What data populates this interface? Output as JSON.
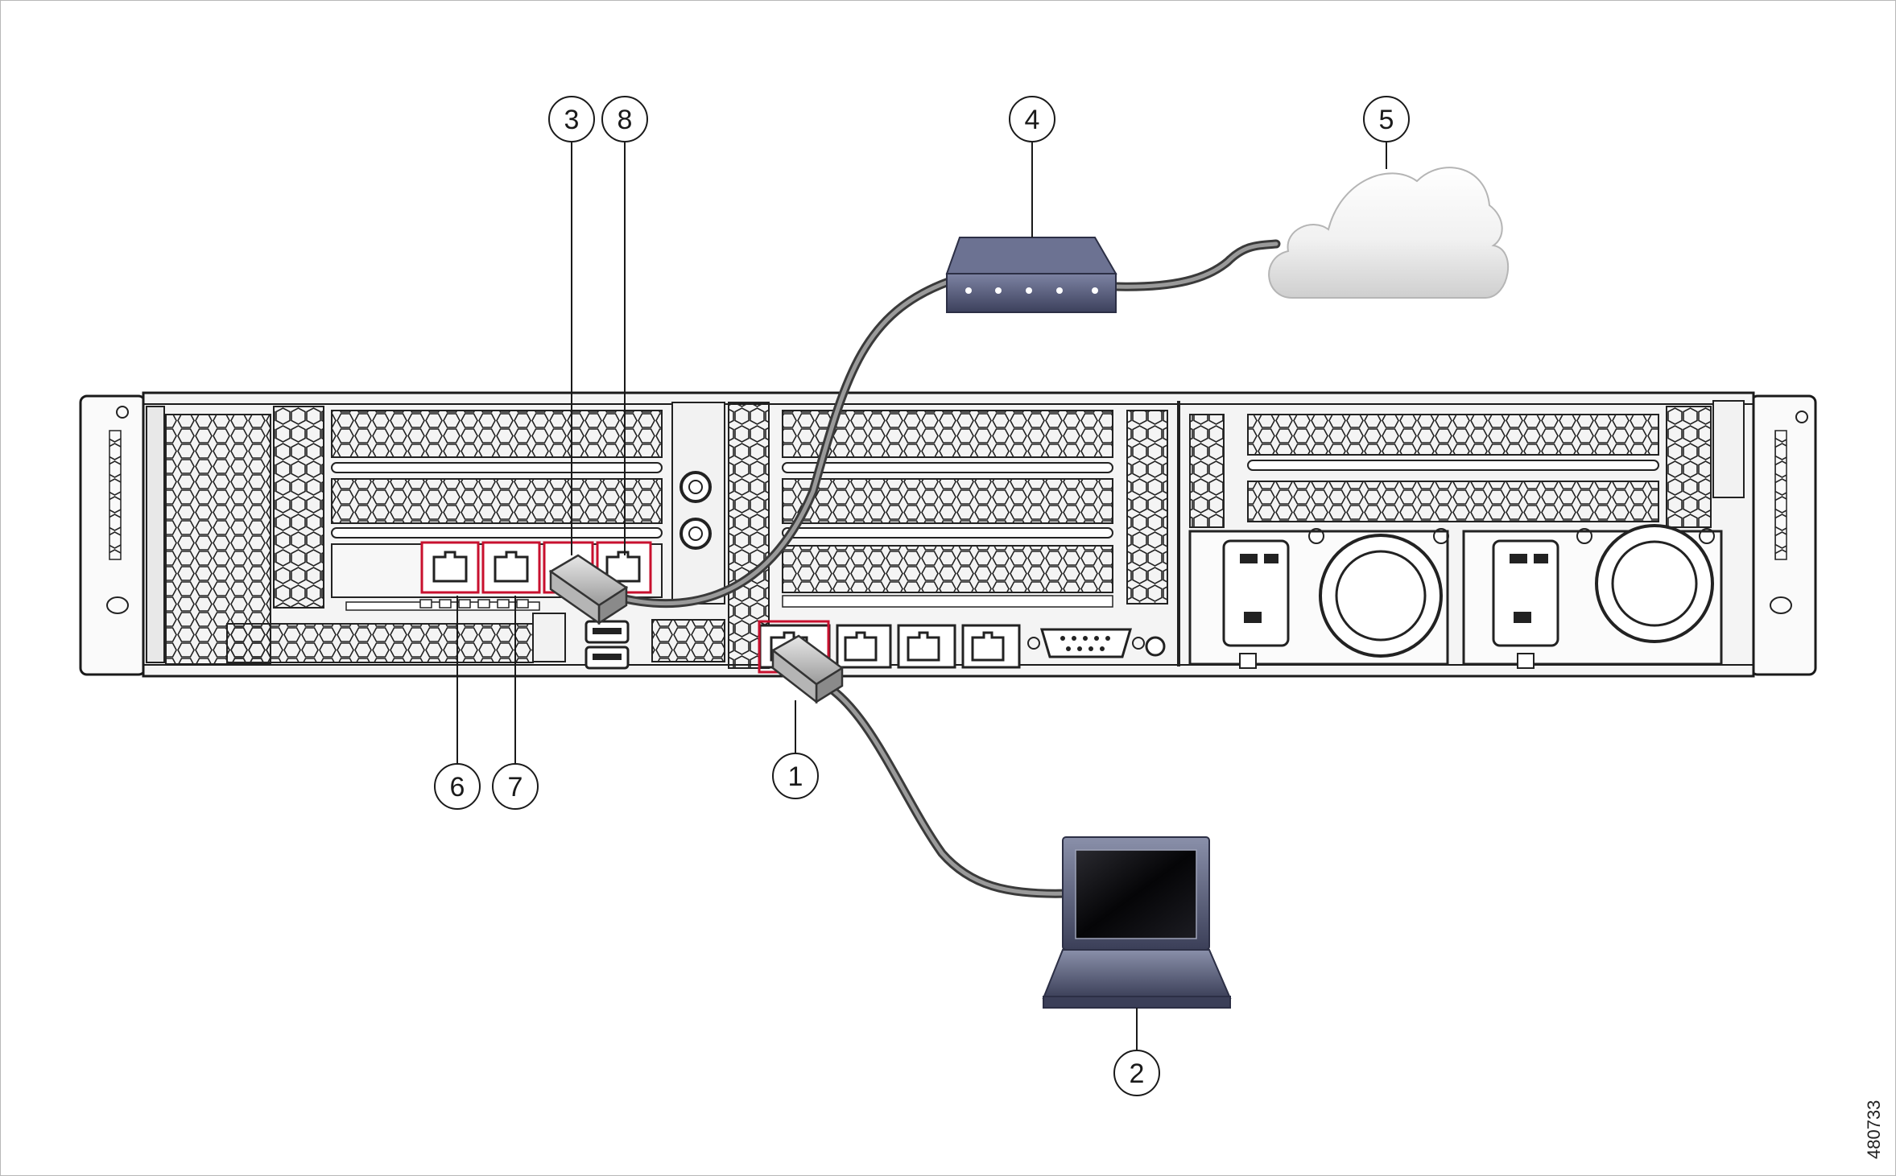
{
  "figure_id": "480733",
  "callouts": [
    {
      "id": "1",
      "label": "1"
    },
    {
      "id": "2",
      "label": "2"
    },
    {
      "id": "3",
      "label": "3"
    },
    {
      "id": "4",
      "label": "4"
    },
    {
      "id": "5",
      "label": "5"
    },
    {
      "id": "6",
      "label": "6"
    },
    {
      "id": "7",
      "label": "7"
    },
    {
      "id": "8",
      "label": "8"
    }
  ],
  "colors": {
    "chassis_stroke": "#1a1a1a",
    "chassis_fill": "#f4f4f4",
    "highlight": "#c8102e",
    "cable": "#555555",
    "switch_body": "#4a4f6e",
    "cloud_fill": "#e9e9e9",
    "laptop_screen": "#0b0b0d"
  },
  "icons": {
    "server": "rack-server-rear-icon",
    "switch": "network-switch-icon",
    "cloud": "cloud-icon",
    "laptop": "laptop-icon"
  }
}
